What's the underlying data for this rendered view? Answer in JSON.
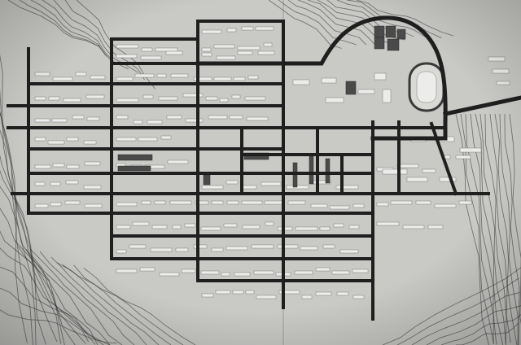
{
  "image": {
    "kind": "black-and-white photograph of a town-planning model",
    "features": [
      "street-grid",
      "contour-lines",
      "building-blocks",
      "athletic-track",
      "curved-ring-road"
    ]
  },
  "colors": {
    "paper": "#c9c9c6",
    "road": "#1f1f1f",
    "building": "#ececea",
    "dark-building": "#4a4a4a",
    "contour": "#2e2e2e"
  }
}
